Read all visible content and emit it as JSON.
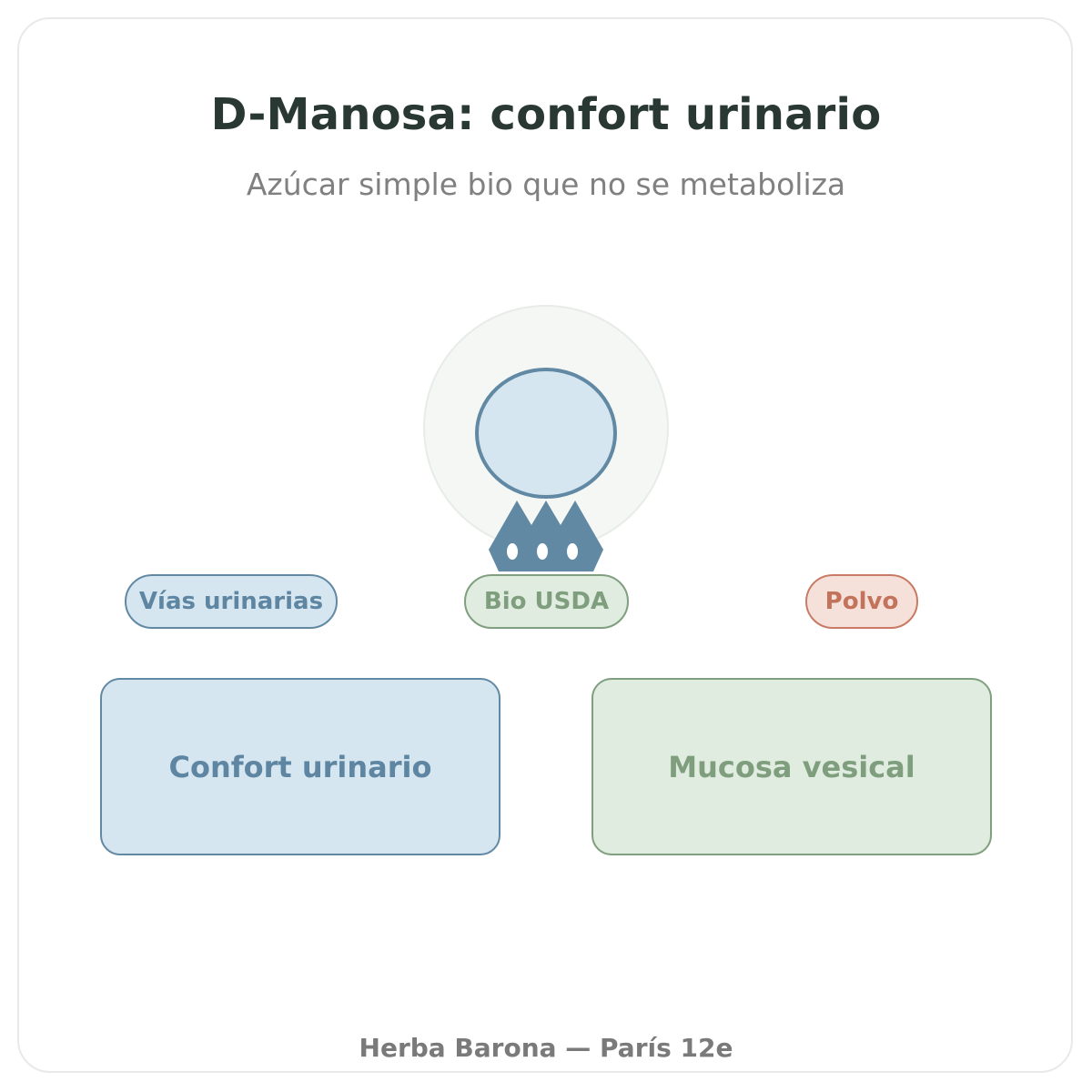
{
  "header": {
    "title": "D-Manosa: confort urinario",
    "subtitle": "Azúcar simple bio que no se metaboliza"
  },
  "illustration": {
    "icon": "sugar-molecule-crown-icon",
    "halo_color": "#f4f7f4",
    "bubble_color": "#d6e6f0",
    "accent_color": "#6289a4"
  },
  "tags": [
    {
      "label": "Vías urinarias",
      "color": "#6289a4"
    },
    {
      "label": "Bio USDA",
      "color": "#7f9f7f"
    },
    {
      "label": "Polvo",
      "color": "#c87a64"
    }
  ],
  "benefits": [
    {
      "label": "Confort urinario",
      "color": "#6289a4"
    },
    {
      "label": "Mucosa vesical",
      "color": "#7f9f7f"
    }
  ],
  "footer": {
    "text": "Herba Barona — París 12e"
  }
}
